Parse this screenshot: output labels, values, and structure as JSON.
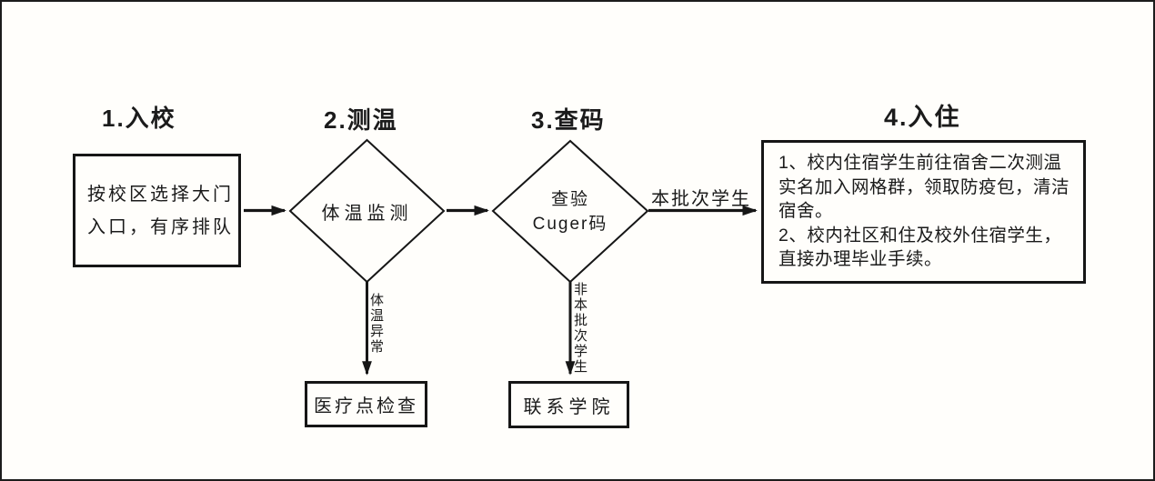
{
  "diagram": {
    "stage_titles": [
      "1.入校",
      "2.测温",
      "3.查码",
      "4.入住"
    ],
    "nodes": {
      "entry_box": "按校区选择大门\n入口，有序排队",
      "temp_diamond": "体温监测",
      "code_diamond": "查验\nCuger码",
      "checkin_box": "1、校内住宿学生前往宿舍二次测温\n实名加入网格群，领取防疫包，清洁\n宿舍。\n2、校内社区和住及校外住宿学生，\n直接办理毕业手续。",
      "medical_box": "医疗点检查",
      "college_box": "联系学院"
    },
    "edge_labels": {
      "current_batch": "本批次学生",
      "temp_abnormal": "体温异常",
      "not_current_batch": "非本批次学生"
    },
    "colors": {
      "line": "#161616",
      "background": "#fffefb",
      "text": "#1a1a1a"
    }
  }
}
